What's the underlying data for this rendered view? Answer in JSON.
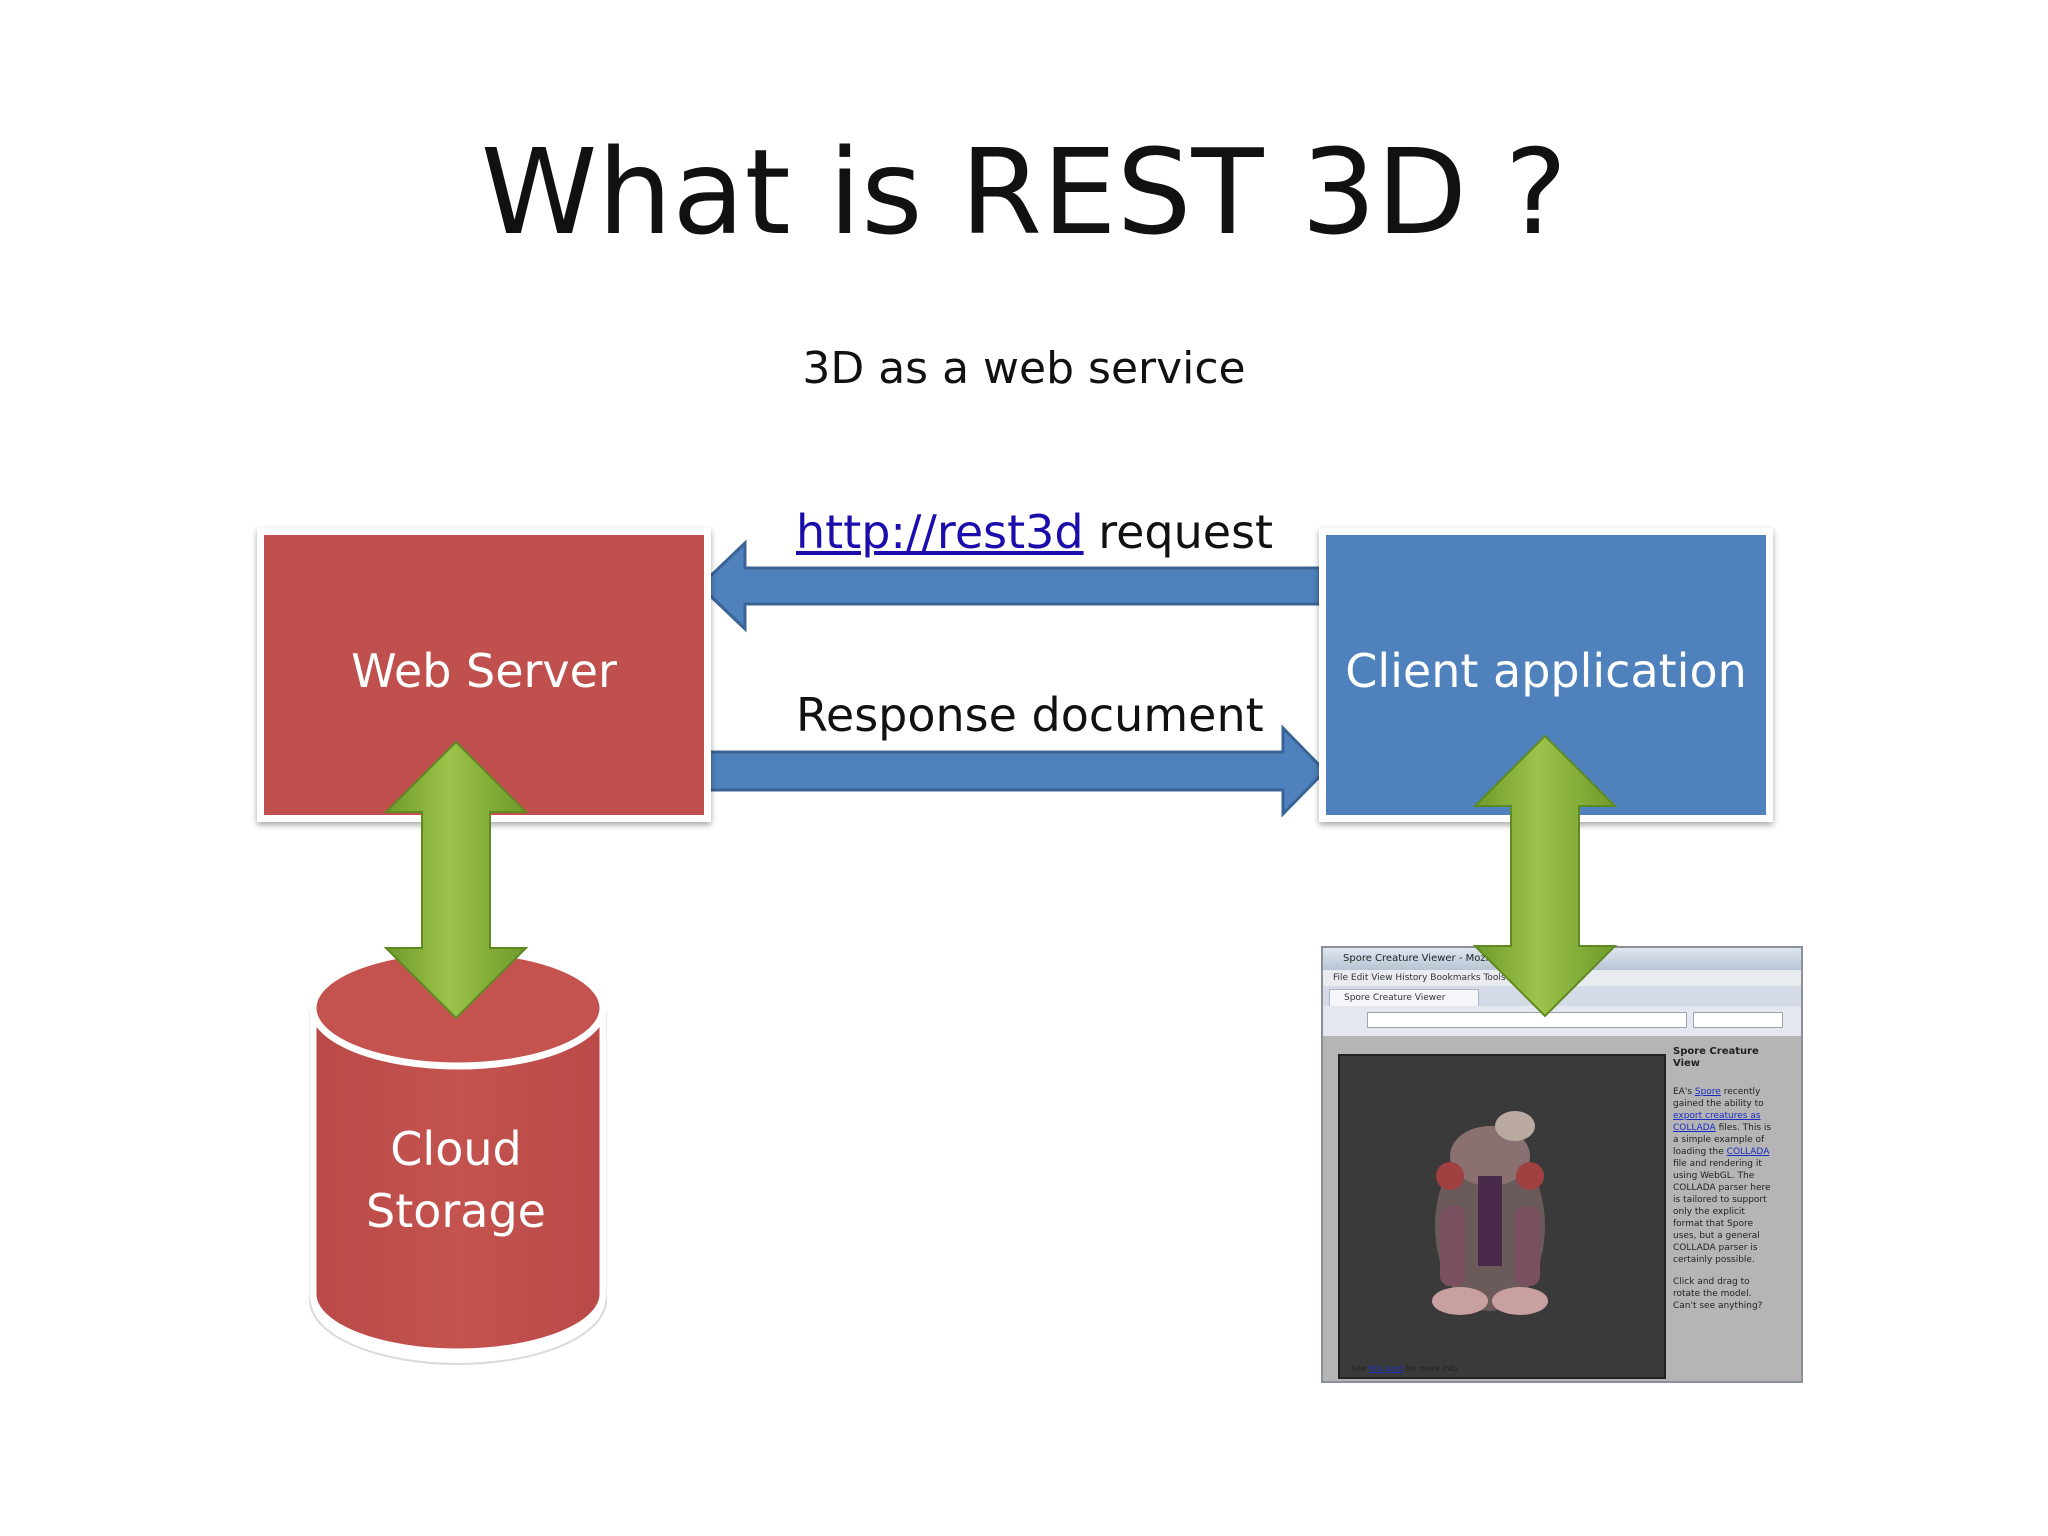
{
  "slide": {
    "title": "What is REST 3D ?",
    "subtitle": "3D as a web service"
  },
  "diagram": {
    "web_server": "Web Server",
    "client_application": "Client application",
    "cloud_storage_line1": "Cloud",
    "cloud_storage_line2": "Storage",
    "request_link": "http://rest3d",
    "request_text": " request",
    "response_label": "Response document"
  },
  "colors": {
    "server_red": "#c0504d",
    "client_blue": "#4f81bd",
    "arrow_blue": "#4f81bd",
    "arrow_green": "#8db33a",
    "link_blue": "#1a0dab"
  },
  "screenshot": {
    "window_title": "Spore Creature Viewer - Mozilla Firefox",
    "menu": "File  Edit  View  History  Bookmarks  Tools  Help",
    "tab_label": "Spore Creature Viewer",
    "side_heading": "Spore Creature View",
    "side_intro": "EA's ",
    "side_link1": "Spore",
    "side_text1": " recently gained the ability to ",
    "side_link2": "export creatures as COLLADA",
    "side_text2": " files. This is a simple example of loading the ",
    "side_link3": "COLLADA",
    "side_text3": " file and rendering it using WebGL. The COLLADA parser here is tailored to support only the explicit format that Spore uses, but a general COLLADA parser is certainly possible.",
    "side_text4": "Click and drag to rotate the model. Can't see anything?",
    "footer_pre": "See ",
    "footer_link": "this post",
    "footer_post": " for more info"
  }
}
